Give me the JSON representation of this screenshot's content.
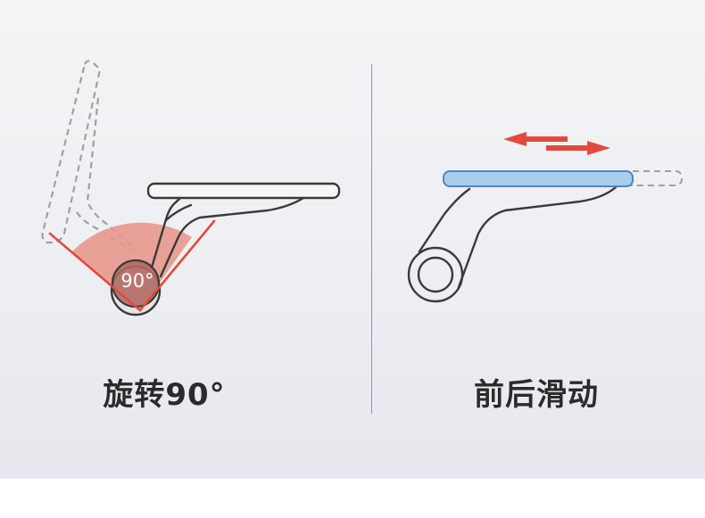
{
  "panels": [
    {
      "caption": "旋转90°",
      "angle_label": "90°"
    },
    {
      "caption": "前后滑动"
    }
  ],
  "colors": {
    "accent_red": "#e24a3b",
    "wedge_fill": "#e79a90",
    "pad_blue": "#a9cdeb",
    "outline": "#3a3a3a",
    "ghost": "#9b9b9b"
  },
  "icons": [
    "rotation-angle-icon",
    "slide-arrows-icon"
  ]
}
